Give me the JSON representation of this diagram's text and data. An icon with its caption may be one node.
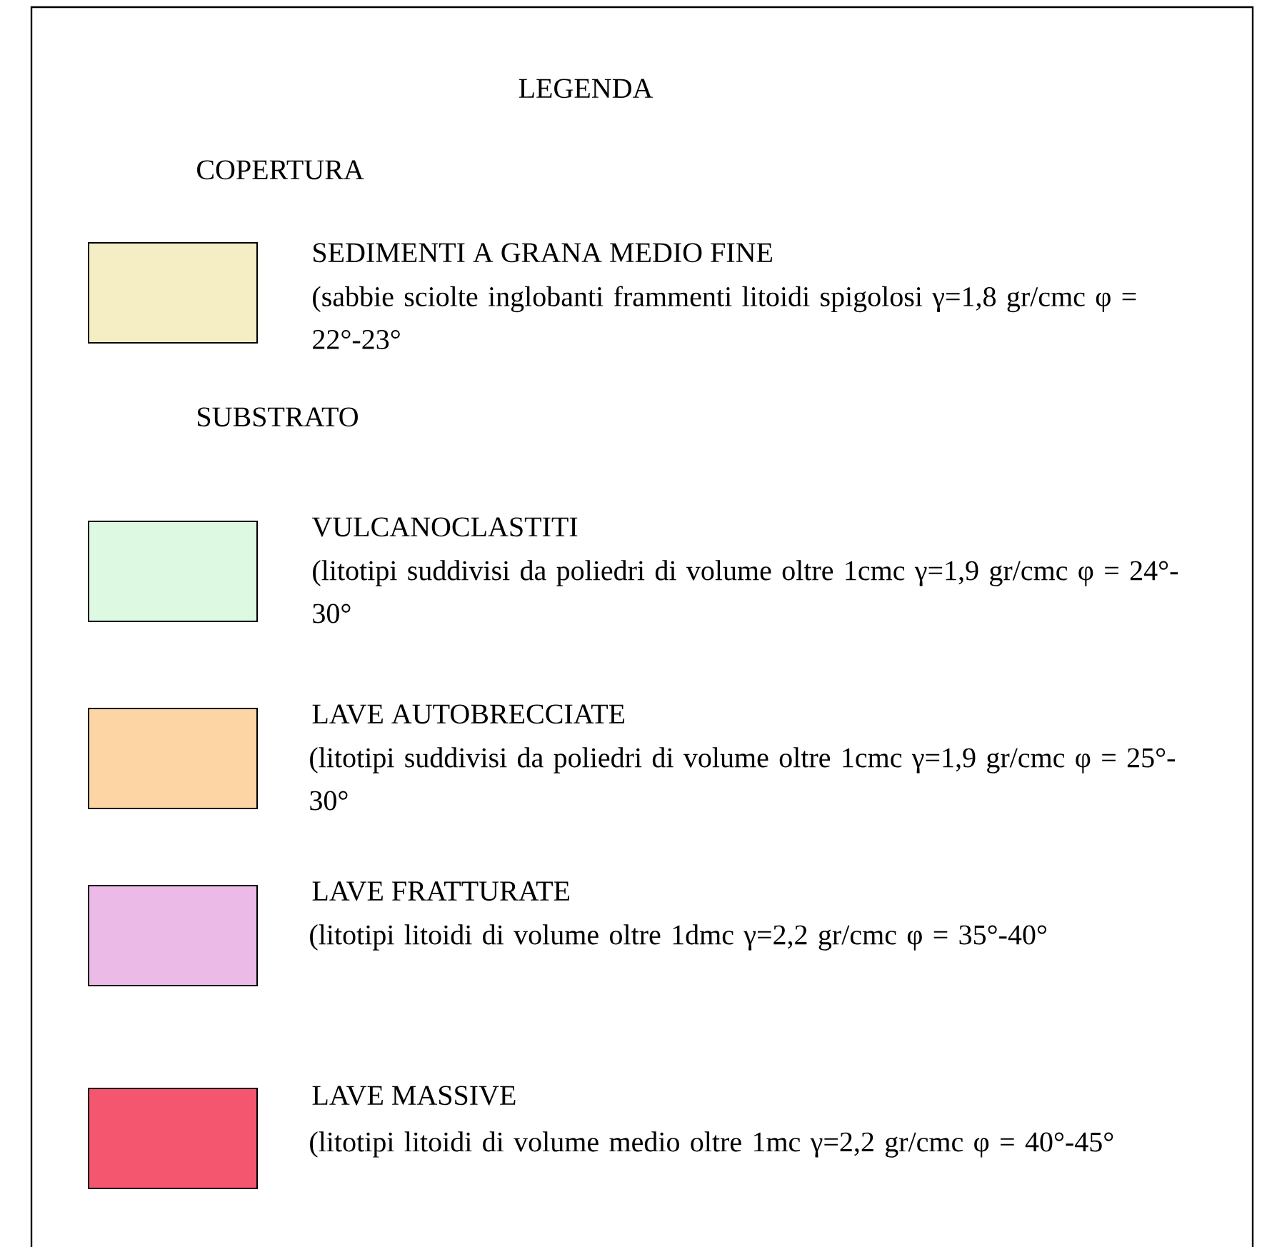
{
  "diagram": {
    "title": "LEGENDA",
    "labels": [
      "COPERTURA",
      "(sabbie sciolte inglobanti frammenti litoidi spigolosi γ=1,8 gr/cmc φ = 22°-23°",
      "SUBSTRATO",
      "(litotipi suddivisi da poliedri di volume oltre 1cmc γ=1,9 gr/cmc φ = 24°-30°",
      "(litotipi suddivisi da poliedri di volume oltre 1cmc γ=1,9 gr/cmc φ = 25°-30°",
      "(litotipi litoidi di volume oltre 1dmc γ=2,2 gr/cmc φ = 35°-40°",
      "(litotipi litoidi di volume medio oltre 1mc γ=2,2 gr/cmc φ = 40°-45°"
    ],
    "legend": [
      {
        "text": "SEDIMENTI A GRANA MEDIO FINE",
        "color": "#f5eec4"
      },
      {
        "text": "VULCANOCLASTITI",
        "color": "#ddf9e1"
      },
      {
        "text": "LAVE AUTOBRECCIATE",
        "color": "#fdd5a5"
      },
      {
        "text": "LAVE FRATTURATE",
        "color": "#ecbae6"
      },
      {
        "text": "LAVE MASSIVE",
        "color": "#f5566f"
      }
    ]
  }
}
